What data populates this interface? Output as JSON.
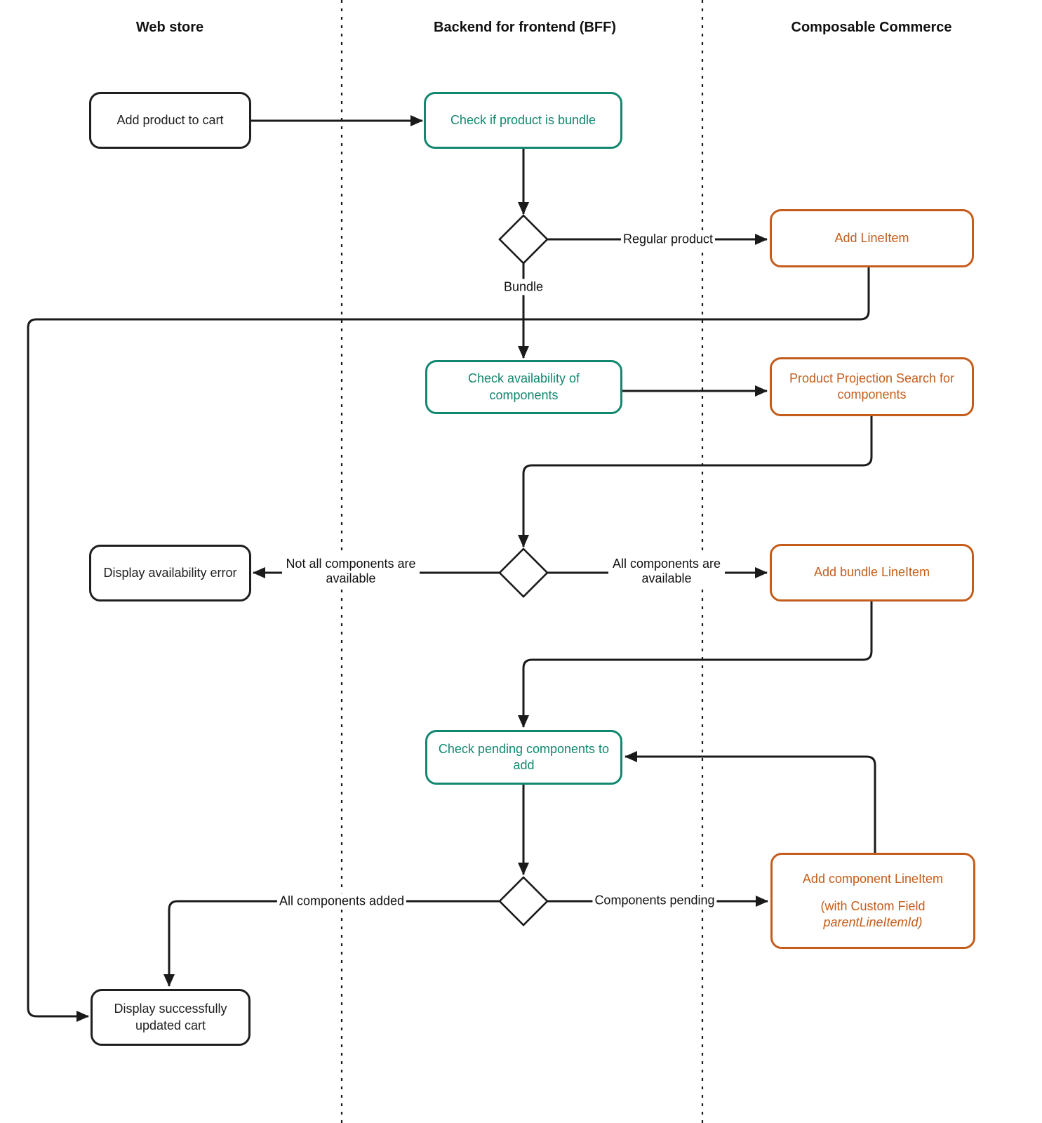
{
  "diagram": {
    "lanes": [
      {
        "title": "Web store"
      },
      {
        "title": "Backend for frontend (BFF)"
      },
      {
        "title": "Composable Commerce"
      }
    ],
    "nodes": {
      "add_product": {
        "label": "Add product to cart"
      },
      "check_bundle": {
        "label": "Check if product is bundle"
      },
      "add_lineitem": {
        "label": "Add LineItem"
      },
      "check_availability": {
        "label": "Check availability of components"
      },
      "product_projection": {
        "label": "Product Projection Search for components"
      },
      "display_error": {
        "label": "Display availability error"
      },
      "add_bundle": {
        "label": "Add bundle LineItem"
      },
      "check_pending": {
        "label": "Check pending components to add"
      },
      "add_component": {
        "label": "Add component LineItem",
        "sub_line1": "(with Custom Field",
        "sub_line2": "parentLineItemId)"
      },
      "display_updated": {
        "label": "Display successfully updated cart"
      }
    },
    "edge_labels": {
      "regular_product": "Regular product",
      "bundle": "Bundle",
      "not_all_available": "Not all components are available",
      "all_available": "All components are available",
      "all_added": "All components added",
      "components_pending": "Components pending"
    },
    "colors": {
      "teal": "#12876F",
      "orange": "#C45D1C",
      "line": "#1A1A1A"
    }
  }
}
